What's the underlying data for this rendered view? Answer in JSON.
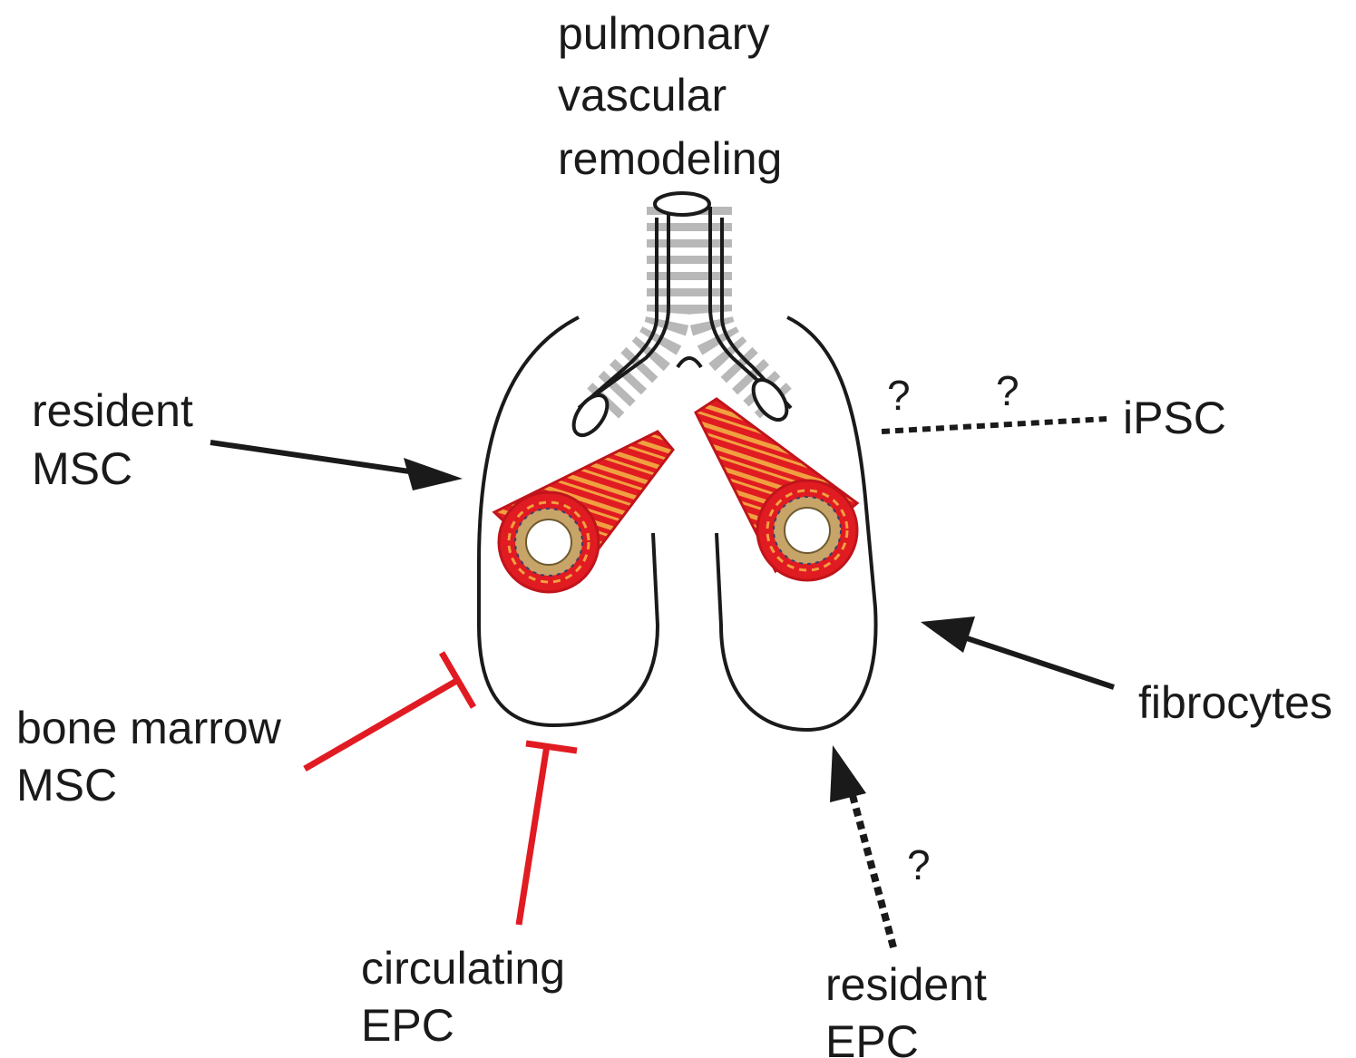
{
  "labels": {
    "title": [
      "pulmonary",
      "vascular",
      "remodeling"
    ],
    "resident_msc": [
      "resident",
      "MSC"
    ],
    "ipsc": "iPSC",
    "bone_marrow_msc": [
      "bone marrow",
      "MSC"
    ],
    "circulating_epc": [
      "circulating",
      "EPC"
    ],
    "fibrocytes": "fibrocytes",
    "resident_epc": [
      "resident",
      "EPC"
    ],
    "question_mark": "?"
  },
  "colors": {
    "outline": "#1a1a1a",
    "inhibition": "#e11b22",
    "trachea": "#b4b4b4",
    "vessel_wall": "#e11b22",
    "vessel_stripe": "#f0a040",
    "vessel_intima": "#c7a468"
  },
  "icons": {
    "trachea": "trachea-icon",
    "left_vessel": "blood-vessel-icon",
    "right_vessel": "blood-vessel-icon"
  }
}
